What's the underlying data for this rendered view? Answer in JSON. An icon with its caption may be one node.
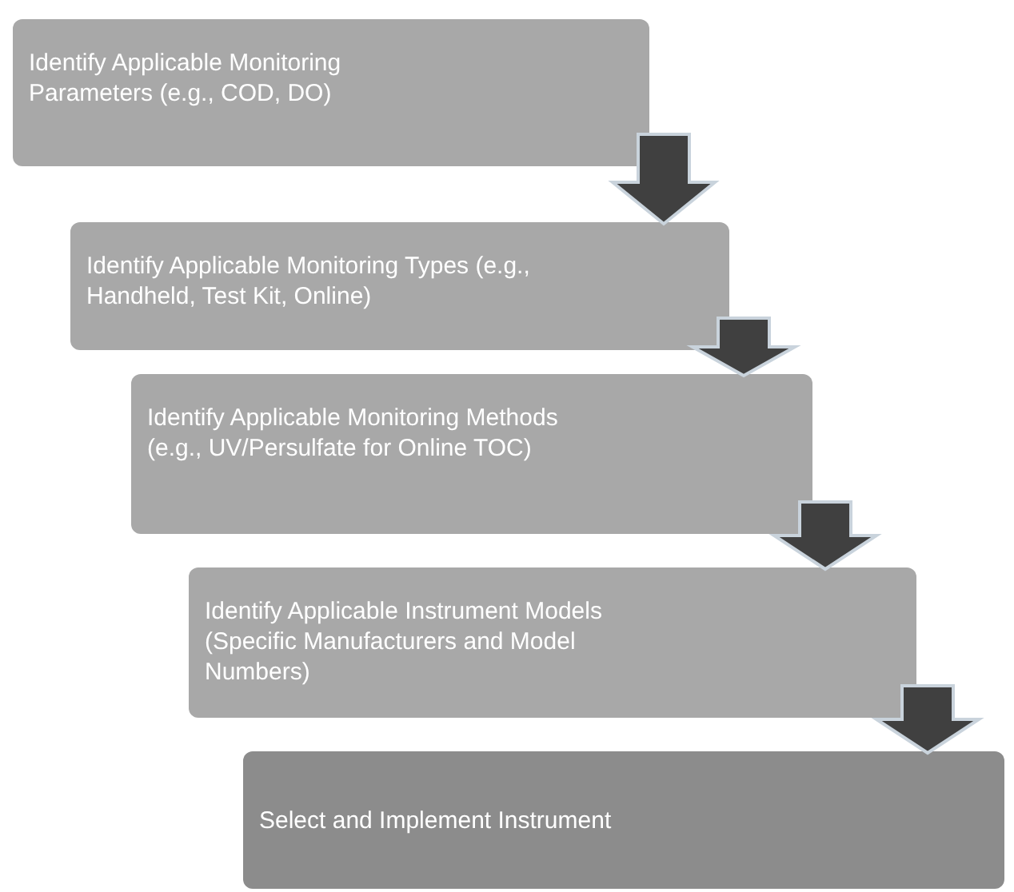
{
  "diagram": {
    "nodes": [
      {
        "text": [
          "Identify Applicable Monitoring Parameters (e.g., COD, DO)"
        ]
      },
      {
        "text": [
          "Identify Applicable Monitoring Types (e.g.,  Handheld, Test Kit, Online)"
        ]
      },
      {
        "text": [
          "Identify Applicable Monitoring Methods (e.g., UV/Persulfate for Online TOC)"
        ]
      },
      {
        "text": [
          "Identify Applicable Instrument Models (Specific Manufacturers and Model Numbers)"
        ]
      },
      {
        "text": [
          "Select and Implement Instrument"
        ]
      }
    ],
    "edges": [
      {
        "from": 0,
        "to": 1,
        "arrow": "to"
      },
      {
        "from": 1,
        "to": 2,
        "arrow": "to"
      },
      {
        "from": 2,
        "to": 3,
        "arrow": "to"
      },
      {
        "from": 3,
        "to": 4,
        "arrow": "to"
      }
    ]
  }
}
